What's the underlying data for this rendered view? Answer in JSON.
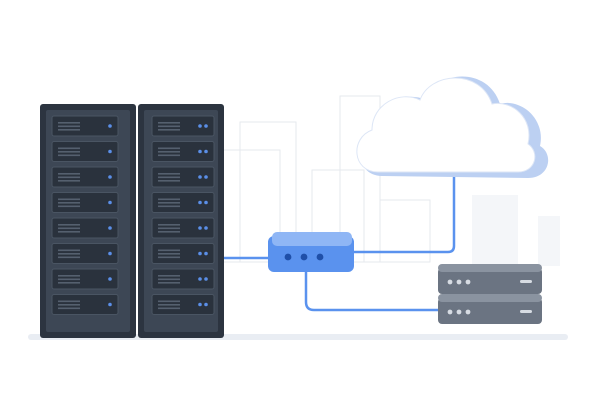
{
  "colors": {
    "background": "#ffffff",
    "rack_frame": "#2c3440",
    "rack_panel": "#3d4755",
    "rack_unit": "#2a323d",
    "rack_led": "#5b8fe8",
    "router_body": "#5a92ee",
    "router_top": "#8fb6f5",
    "router_led": "#1f4fa8",
    "cable": "#5a92ee",
    "cloud_fill": "#ffffff",
    "cloud_shade": "#bcd0f2",
    "storage_body": "#6b7482",
    "storage_top": "#8a93a0",
    "storage_led": "#d7dce3",
    "skyline": "#e6e9ee",
    "skyline_fill": "#f4f6f9",
    "floor_shadow": "#e9edf3"
  },
  "icons": {
    "rack": "server-rack-icon",
    "router": "network-switch-icon",
    "cloud": "cloud-icon",
    "storage": "storage-server-icon"
  },
  "rack": {
    "left_units": 8,
    "right_units": 8
  },
  "router": {
    "ports": 3
  },
  "storage": {
    "units": 2
  }
}
